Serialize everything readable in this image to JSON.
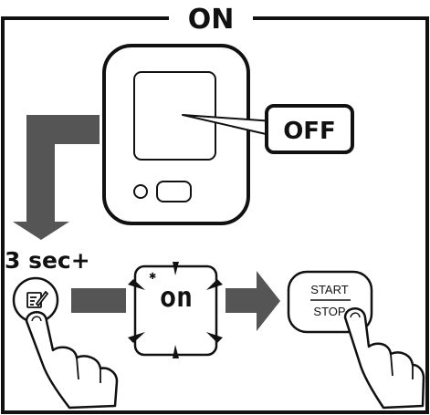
{
  "header": {
    "title": "ON"
  },
  "callout": {
    "off_label": "OFF"
  },
  "instruction": {
    "hold_duration": "3 sec+"
  },
  "display": {
    "status_text": "on"
  },
  "start_stop_button": {
    "line1": "START",
    "line2": "STOP"
  },
  "colors": {
    "arrow": "#555555",
    "line": "#111111",
    "background": "#ffffff"
  },
  "icons": [
    "memo-pencil-icon",
    "bluetooth-icon",
    "finger-press-icon",
    "down-arrow-icon",
    "right-arrow-icon"
  ]
}
